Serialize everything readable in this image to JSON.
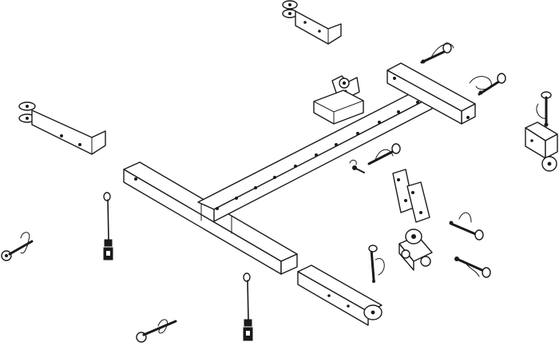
{
  "diagram": {
    "style": "exploded isometric line drawing",
    "colors": {
      "stroke": "#1a1a1a",
      "background": "#ffffff"
    },
    "parts": [
      "main-frame-crossbar",
      "center-beam",
      "end-crossbar",
      "clevis-arm-top",
      "clevis-arm-left",
      "receiver-right",
      "arm-bottom",
      "clevis-bracket",
      "flat-plates",
      "pivot-block",
      "hitch-pins",
      "safety-cables",
      "lynch-pin"
    ]
  }
}
